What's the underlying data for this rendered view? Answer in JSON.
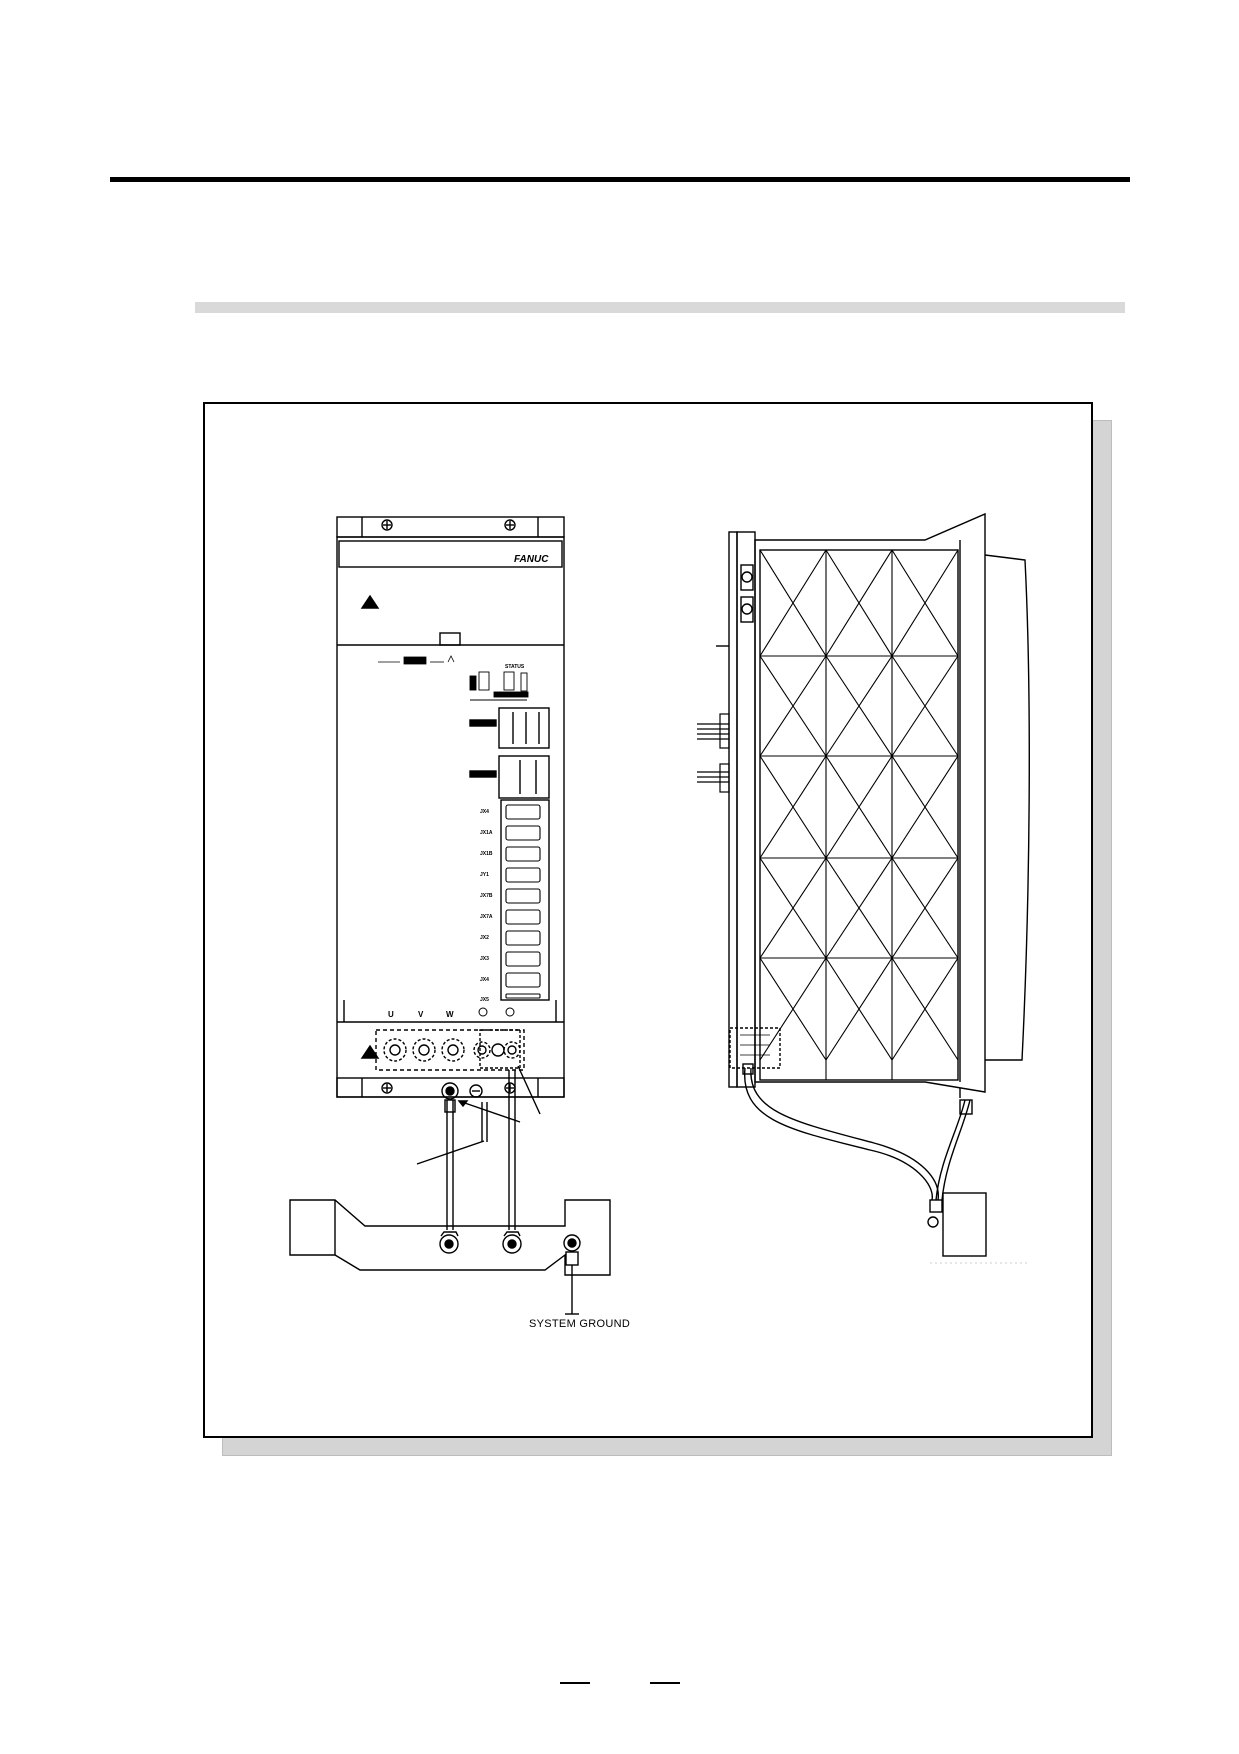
{
  "figure": {
    "brand_logo_text": "FANUC",
    "status_label": "STATUS",
    "connector_labels": [
      "JX4",
      "JX1A",
      "JX1B",
      "JY1",
      "JX7B",
      "JX7A",
      "JX2",
      "JX3",
      "JX4",
      "JX5"
    ],
    "terminal_labels": [
      "U",
      "V",
      "W"
    ],
    "ground_label": "SYSTEM GROUND"
  }
}
